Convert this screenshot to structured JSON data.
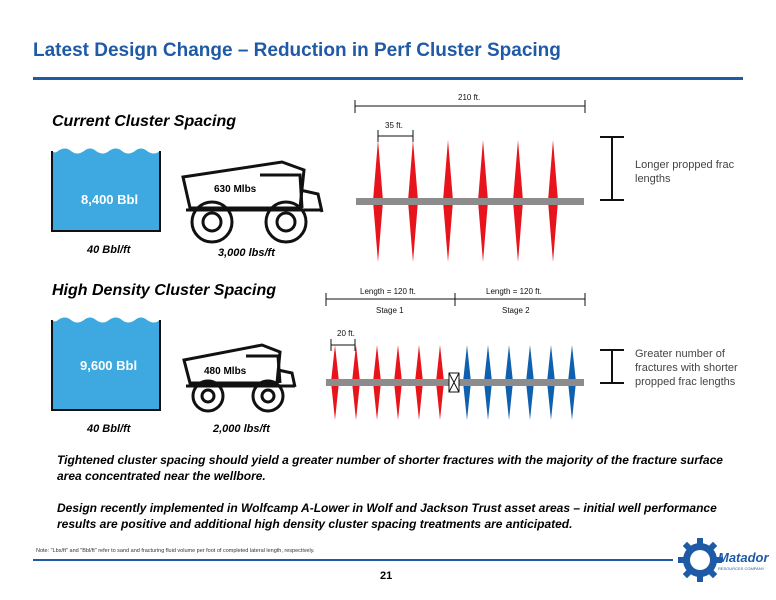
{
  "title": "Latest Design Change – Reduction in Perf Cluster Spacing",
  "current": {
    "heading": "Current Cluster Spacing",
    "tank_volume": "8,400 Bbl",
    "fluid_intensity": "40 Bbl/ft",
    "truck_load": "630 Mlbs",
    "proppant_intensity": "3,000 lbs/ft",
    "total_span": "210 ft.",
    "cluster_spacing": "35 ft.",
    "side_note": "Longer propped frac lengths"
  },
  "high_density": {
    "heading": "High Density Cluster Spacing",
    "tank_volume": "9,600 Bbl",
    "fluid_intensity": "40 Bbl/ft",
    "truck_load": "480 Mlbs",
    "proppant_intensity": "2,000 lbs/ft",
    "stage1_length": "Length = 120 ft.",
    "stage2_length": "Length = 120 ft.",
    "stage1_label": "Stage 1",
    "stage2_label": "Stage 2",
    "cluster_spacing": "20 ft.",
    "side_note": "Greater number of fractures with shorter propped frac lengths"
  },
  "colors": {
    "title_blue": "#1f5aa6",
    "water_blue": "#3da9e0",
    "frac_red": "#e8141b",
    "frac_blue": "#1060b0",
    "wellbore_gray": "#8c8c8c"
  },
  "paragraph1": "Tightened cluster spacing should yield a greater number of shorter fractures with the majority of the fracture surface area concentrated near the wellbore.",
  "paragraph2": "Design recently implemented in Wolfcamp A-Lower in Wolf and Jackson Trust asset areas – initial well performance results are positive and additional high density cluster spacing treatments are anticipated.",
  "footnote": "Note: \"Lbs/ft\" and \"Bbl/ft\" refer to sand and fracturing fluid volume per foot of completed lateral length, respectively.",
  "page_number": "21",
  "logo": {
    "name": "Matador",
    "tagline": "RESOURCES COMPANY"
  }
}
